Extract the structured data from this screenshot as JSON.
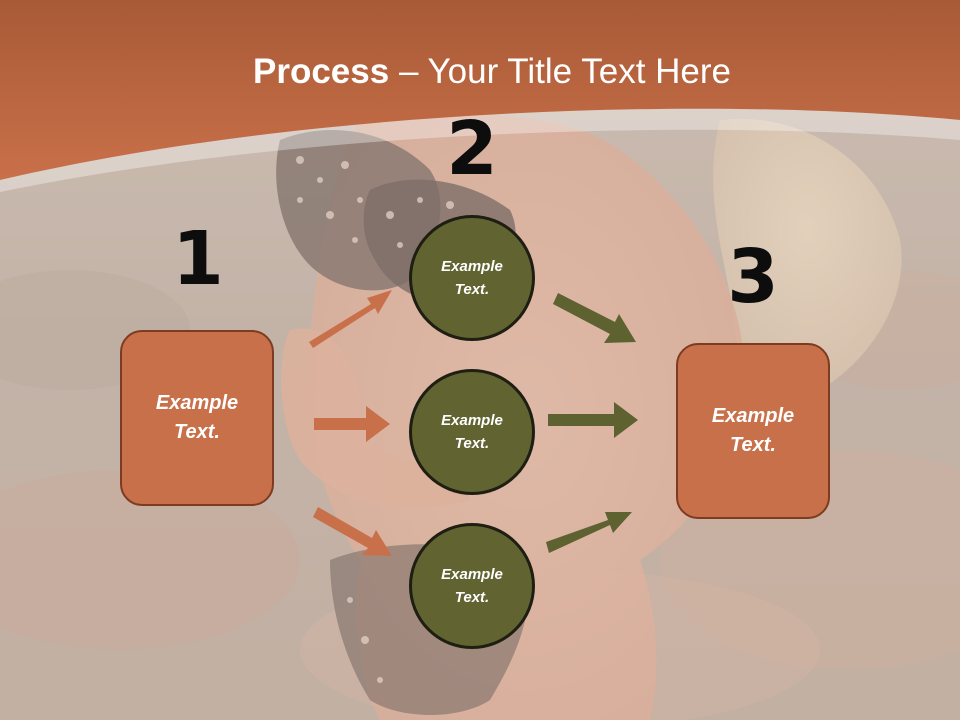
{
  "slide": {
    "title_bold": "Process",
    "title_rest": " – Your Title Text Here"
  },
  "steps": [
    {
      "number": "1",
      "label": "Example Text."
    },
    {
      "number": "2"
    },
    {
      "number": "3",
      "label": "Example Text."
    }
  ],
  "circles": [
    {
      "label": "Example Text."
    },
    {
      "label": "Example Text."
    },
    {
      "label": "Example Text."
    }
  ],
  "colors": {
    "header": "#c0653f",
    "box_fill": "#c8704a",
    "circle_fill": "#616331",
    "arrow_orange": "#c8704a",
    "arrow_olive": "#5e6130"
  }
}
